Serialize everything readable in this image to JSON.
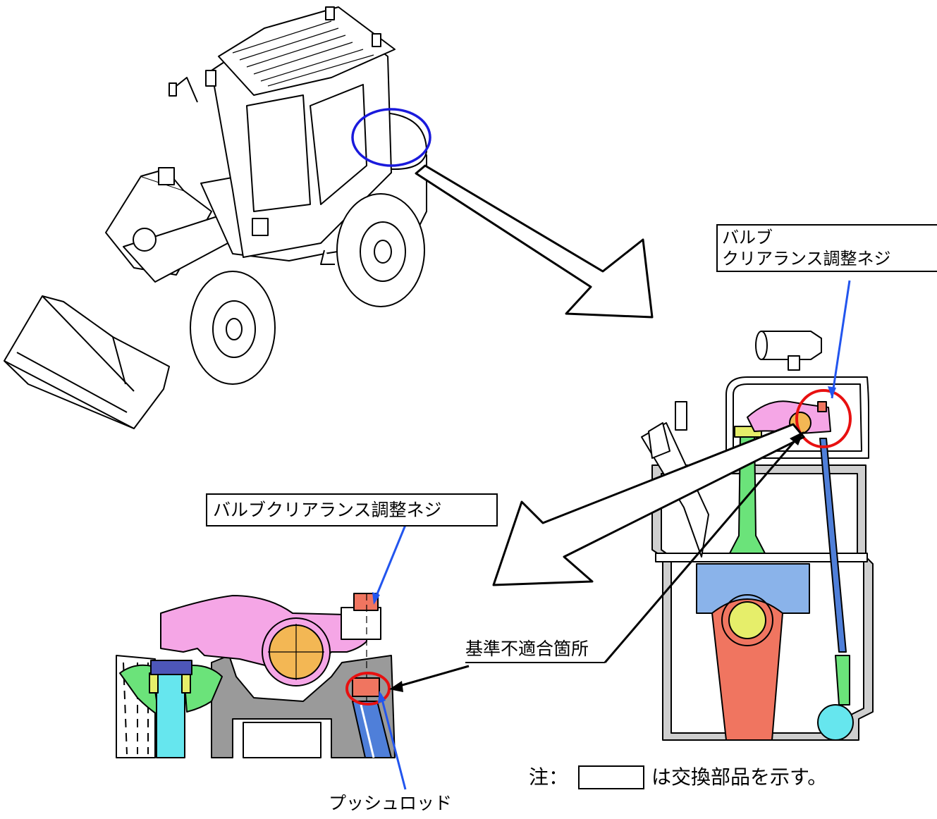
{
  "labels": {
    "valve_screw_line1": "バルブ",
    "valve_screw_line2": "クリアランス調整ネジ",
    "valve_screw_detail": "バルブクリアランス調整ネジ",
    "nonconformity": "基準不適合箇所",
    "push_rod": "プッシュロッド",
    "note_prefix": "注：",
    "note_suffix": "は交換部品を示す。"
  },
  "colors": {
    "rocker_arm": "#f5a6e6",
    "valve_stem_cyan": "#66e6ee",
    "push_rod_blue": "#4f7fd9",
    "conrod_red": "#f07560",
    "pin_yellow": "#e6ee6a",
    "bearing_orange": "#f3b754",
    "spring_green": "#6be37a",
    "cap_navy": "#4d56b8",
    "piston_blue": "#8ab3ea",
    "highlight_red": "#e81010",
    "highlight_blue": "#1a1adc",
    "pointer_blue": "#2255ee",
    "cast_gray": "#9a9a9a"
  },
  "icons": {
    "machine": "wheel-loader-illustration",
    "engine": "engine-cross-section",
    "detail": "rocker-arm-detail"
  }
}
